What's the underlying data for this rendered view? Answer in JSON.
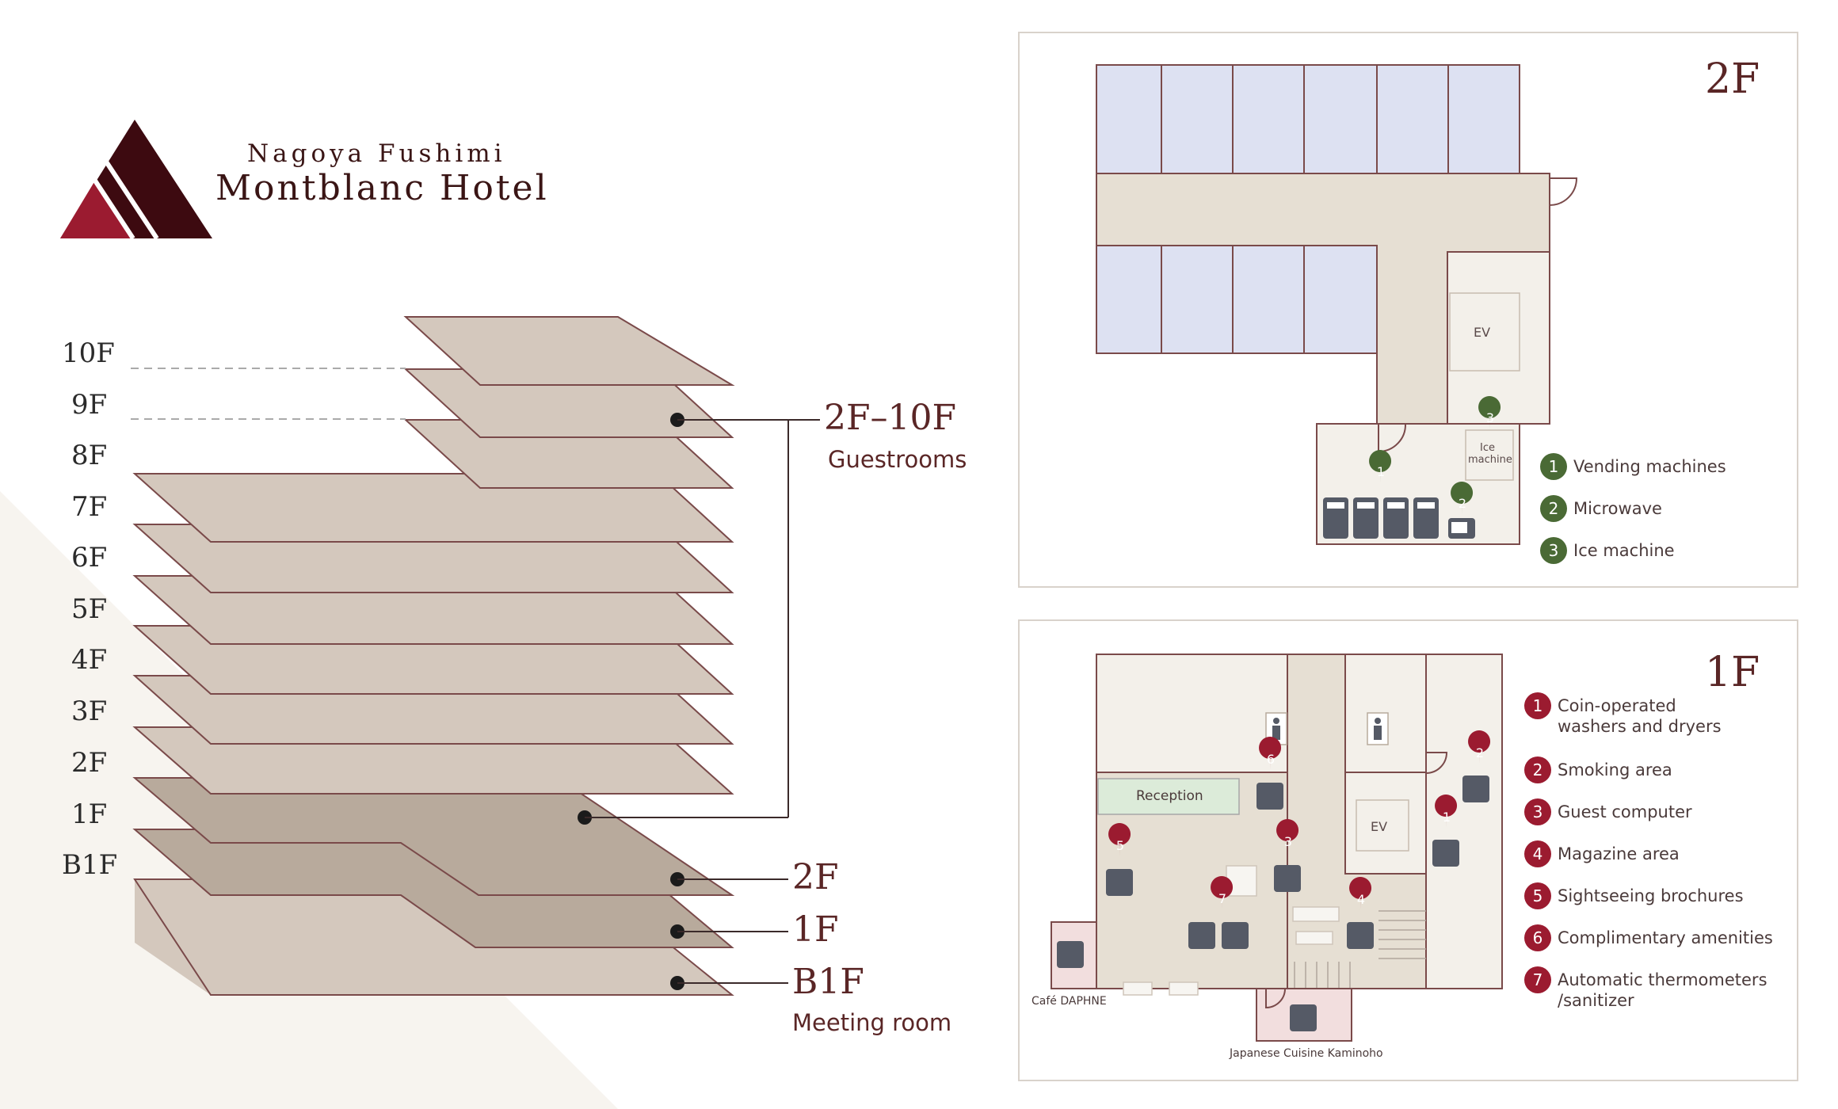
{
  "brand": {
    "subtitle": "Nagoya Fushimi",
    "name": "Montblanc Hotel"
  },
  "stack": {
    "floors": [
      "10F",
      "9F",
      "8F",
      "7F",
      "6F",
      "5F",
      "4F",
      "3F",
      "2F",
      "1F",
      "B1F"
    ],
    "callouts": {
      "guest_title": "2F–10F",
      "guest_sub": "Guestrooms",
      "f2": "2F",
      "f1": "1F",
      "b1": "B1F",
      "b1_sub": "Meeting room"
    }
  },
  "floor2": {
    "title": "2F",
    "ev": "EV",
    "ice_label_1": "Ice",
    "ice_label_2": "machine",
    "legend": [
      {
        "num": "1",
        "label": "Vending machines"
      },
      {
        "num": "2",
        "label": "Microwave"
      },
      {
        "num": "3",
        "label": "Ice machine"
      }
    ]
  },
  "floor1": {
    "title": "1F",
    "ev": "EV",
    "reception": "Reception",
    "cafe": "Café DAPHNE",
    "restaurant": "Japanese Cuisine Kaminoho",
    "legend": [
      {
        "num": "1",
        "label": "Coin-operated\nwashers and dryers"
      },
      {
        "num": "2",
        "label": "Smoking area"
      },
      {
        "num": "3",
        "label": "Guest computer"
      },
      {
        "num": "4",
        "label": "Magazine area"
      },
      {
        "num": "5",
        "label": "Sightseeing brochures"
      },
      {
        "num": "6",
        "label": "Complimentary amenities"
      },
      {
        "num": "7",
        "label": "Automatic thermometers\n/sanitizer"
      }
    ]
  },
  "colors": {
    "maroon": "#5a2626",
    "red_pin": "#9b1b30",
    "green_pin": "#4a6a35",
    "floor_light": "#d4c8bd",
    "floor_dark": "#b8aa9c",
    "room_blue": "#dde1f2",
    "corridor": "#e6dfd3",
    "reception_green": "#dcebd9",
    "venue_pink": "#f2dede"
  }
}
